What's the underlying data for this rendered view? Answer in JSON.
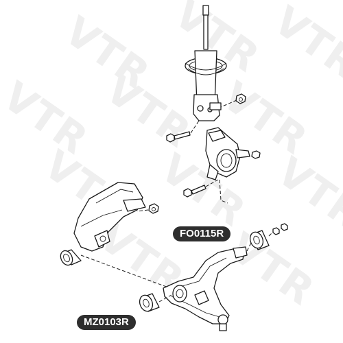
{
  "watermark": {
    "text": "VTR",
    "color": "#efefef"
  },
  "labels": {
    "upper": {
      "code": "FO0115R"
    },
    "lower": {
      "code": "MZ0103R"
    }
  },
  "colors": {
    "badge_bg": "#2e2e2e",
    "badge_text": "#ffffff",
    "line": "#1a1a1a"
  }
}
